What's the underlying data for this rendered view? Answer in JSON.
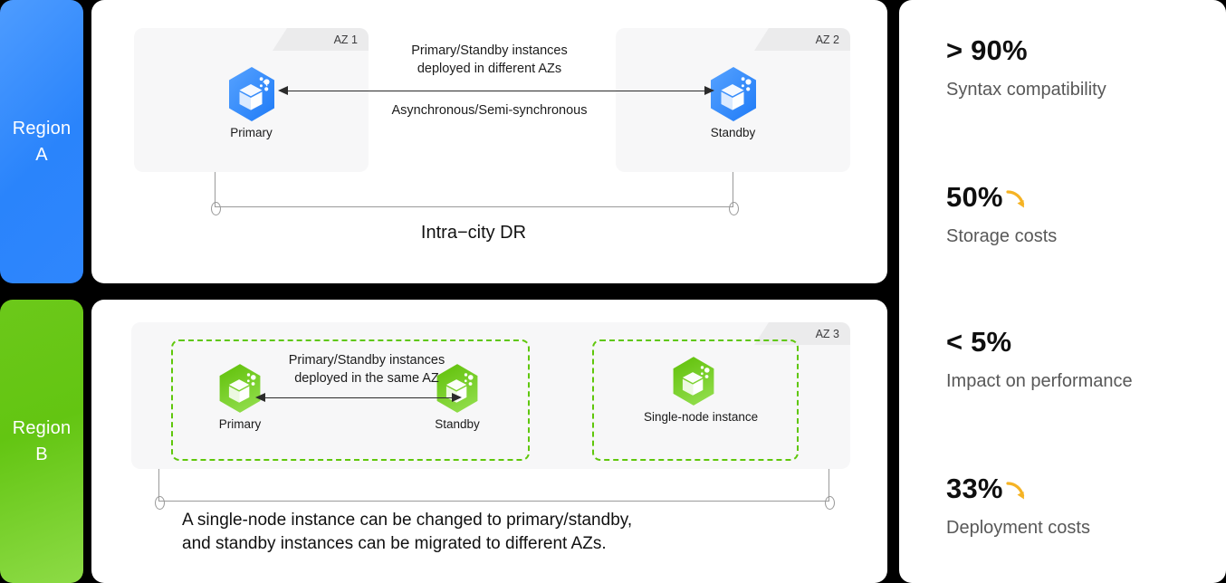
{
  "regions": [
    {
      "name": "region-a",
      "line1": "Region",
      "line2": "A",
      "color": "#2a84fb"
    },
    {
      "name": "region-b",
      "line1": "Region",
      "line2": "B",
      "color": "#63c512"
    }
  ],
  "top_panel": {
    "az_left": {
      "tab": "AZ 1",
      "node_label": "Primary"
    },
    "az_right": {
      "tab": "AZ 2",
      "node_label": "Standby"
    },
    "arrow_caption_above": "Primary/Standby instances\ndeployed in different AZs",
    "arrow_caption_below": "Asynchronous/Semi-synchronous",
    "bracket_caption": "Intra−city DR"
  },
  "bottom_panel": {
    "az_tab": "AZ 3",
    "pair_group": {
      "primary_label": "Primary",
      "standby_label": "Standby",
      "arrow_caption": "Primary/Standby instances\ndeployed in the same AZ"
    },
    "single_group": {
      "label": "Single-node instance"
    },
    "bracket_caption": "A single-node instance can be changed to primary/standby,\nand standby instances can be migrated to different AZs."
  },
  "stats": [
    {
      "value": "> 90%",
      "desc": "Syntax compatibility",
      "has_arrow": false
    },
    {
      "value": "50%",
      "desc": "Storage costs",
      "has_arrow": true
    },
    {
      "value": "< 5%",
      "desc": "Impact on performance",
      "has_arrow": false
    },
    {
      "value": "33%",
      "desc": "Deployment costs",
      "has_arrow": true
    }
  ],
  "colors": {
    "blue_node": "#2f86fd",
    "green_node": "#63c512",
    "arrow_orange": "#f5b324",
    "panel_bg": "#ffffff",
    "az_bg": "#f7f7f8",
    "background": "#000000"
  }
}
